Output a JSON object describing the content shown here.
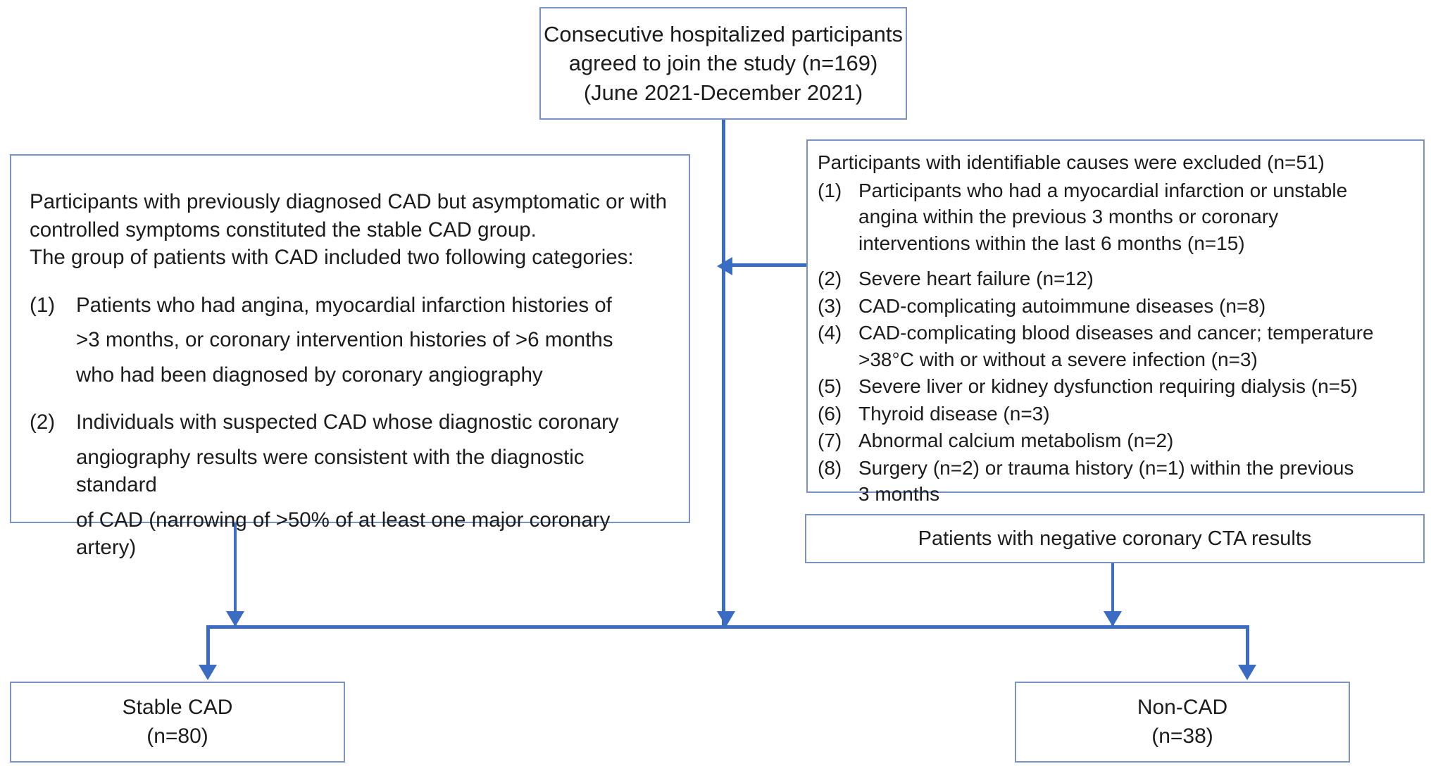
{
  "figure": {
    "type": "flowchart",
    "colors": {
      "box_border": "#7a93c4",
      "connector": "#3b6cc4",
      "background": "#ffffff",
      "text": "#1c1c1c"
    }
  },
  "top_box": {
    "line1": "Consecutive hospitalized participants",
    "line2": "agreed to join the study (n=169)",
    "line3": "(June 2021-December 2021)"
  },
  "inclusion_box": {
    "intro_line1": "Participants with previously diagnosed CAD but asymptomatic or with",
    "intro_line2": "controlled symptoms constituted the stable CAD group.",
    "intro_line3": "The group of patients with CAD included two following categories:",
    "items": [
      {
        "num": "(1)",
        "lines": [
          "Patients who had angina, myocardial infarction histories of",
          ">3 months, or coronary intervention histories of >6 months",
          "who had been diagnosed by coronary angiography"
        ]
      },
      {
        "num": "(2)",
        "lines": [
          "Individuals with suspected CAD whose diagnostic coronary",
          "angiography results were consistent with the diagnostic standard",
          "of CAD (narrowing of >50% of at least one major coronary artery)"
        ]
      }
    ]
  },
  "exclusion_box": {
    "heading": "Participants with identifiable causes were excluded (n=51)",
    "items": [
      {
        "num": "(1)",
        "lines": [
          "Participants who had a myocardial infarction or unstable",
          "angina within the previous 3 months or coronary",
          "interventions within the last 6 months (n=15)"
        ]
      },
      {
        "num": "(2)",
        "lines": [
          "Severe heart failure (n=12)"
        ]
      },
      {
        "num": "(3)",
        "lines": [
          "CAD-complicating autoimmune diseases (n=8)"
        ]
      },
      {
        "num": "(4)",
        "lines": [
          "CAD-complicating blood diseases and cancer; temperature",
          ">38°C with or without a severe infection (n=3)"
        ]
      },
      {
        "num": "(5)",
        "lines": [
          "Severe liver or kidney dysfunction requiring dialysis (n=5)"
        ]
      },
      {
        "num": "(6)",
        "lines": [
          "Thyroid disease (n=3)"
        ]
      },
      {
        "num": "(7)",
        "lines": [
          "Abnormal calcium metabolism (n=2)"
        ]
      },
      {
        "num": "(8)",
        "lines": [
          "Surgery (n=2) or trauma history (n=1) within the previous",
          "3 months"
        ]
      }
    ]
  },
  "cta_box": {
    "label": "Patients with negative coronary CTA results"
  },
  "outcome_stable": {
    "line1": "Stable CAD",
    "line2": "(n=80)"
  },
  "outcome_noncad": {
    "line1": "Non-CAD",
    "line2": "(n=38)"
  }
}
